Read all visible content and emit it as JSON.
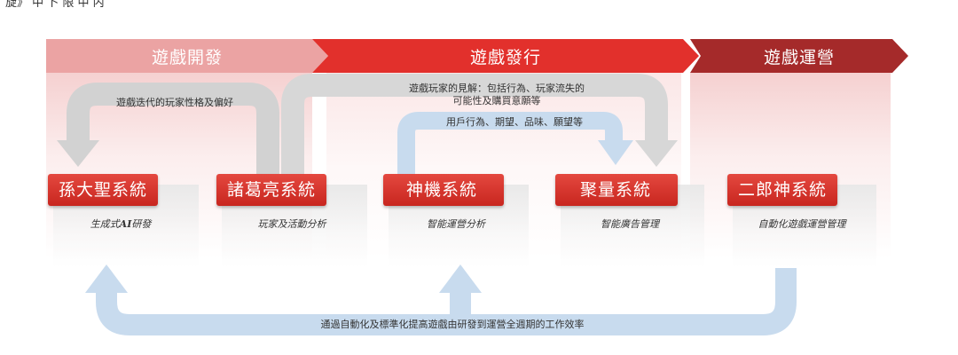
{
  "top_note": "旋》 中 卜 限 中 内",
  "phases": [
    {
      "label": "遊戲開發"
    },
    {
      "label": "遊戲發行"
    },
    {
      "label": "遊戲運營"
    }
  ],
  "systems": [
    {
      "name": "孫大聖系統",
      "desc_pre": "生成式",
      "desc_bold": "AI",
      "desc_post": "研發"
    },
    {
      "name": "諸葛亮系統",
      "desc_pre": "玩家及活動分析",
      "desc_bold": "",
      "desc_post": ""
    },
    {
      "name": "神機系統",
      "desc_pre": "智能運營分析",
      "desc_bold": "",
      "desc_post": ""
    },
    {
      "name": "聚量系統",
      "desc_pre": "智能廣告管理",
      "desc_bold": "",
      "desc_post": ""
    },
    {
      "name": "二郎神系統",
      "desc_pre": "自動化遊戲運營管理",
      "desc_bold": "",
      "desc_post": ""
    }
  ],
  "arrows": {
    "dev_loop": "遊戲迭代的玩家性格及偏好",
    "insight_line1": "遊戲玩家的見解：包括行為、玩家流失的",
    "insight_line2": "可能性及購買意願等",
    "user_behavior": "用戶行為、期望、品味、願望等",
    "bottom": "通過自動化及標準化提高遊戲由研發到運營全週期的工作效率"
  },
  "colors": {
    "phase_dev": "#eba3a3",
    "phase_pub": "#e2302c",
    "phase_ops": "#a52a2a",
    "card_red": "#d6332b",
    "grey_arrow": "#d2d2d2",
    "blue_arrow": "#c4d8ed"
  }
}
